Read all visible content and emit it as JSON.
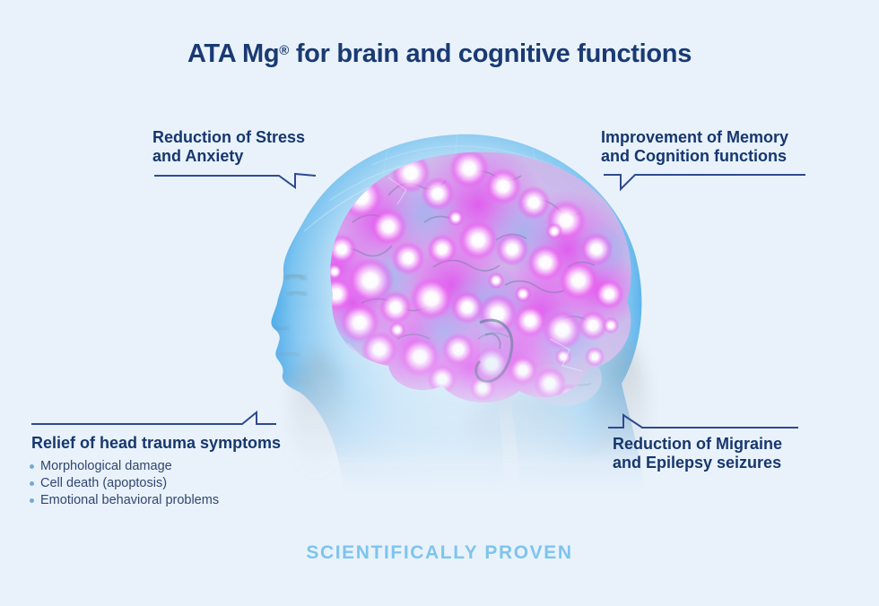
{
  "title": {
    "prefix": "ATA Mg",
    "registered": "®",
    "suffix": " for brain and cognitive functions"
  },
  "callouts": {
    "top_left": {
      "line1": "Reduction of Stress",
      "line2": "and Anxiety"
    },
    "top_right": {
      "line1": "Improvement of Memory",
      "line2": "and Cognition functions"
    },
    "bottom_left": {
      "heading": "Relief of head trauma symptoms",
      "bullets": [
        "Morphological damage",
        "Cell death (apoptosis)",
        "Emotional behavioral problems"
      ]
    },
    "bottom_right": {
      "line1": "Reduction of Migraine",
      "line2": "and Epilepsy seizures"
    }
  },
  "footer": {
    "label": "SCIENTIFICALLY PROVEN"
  },
  "illustration": {
    "description": "Translucent blue human head profile with glowing pink brain"
  },
  "colors": {
    "background": "#e9f2fb",
    "heading_navy": "#1a3a73",
    "callout_navy": "#16376e",
    "connector_blue": "#2e4a8f",
    "bullet_text": "#32466f",
    "bullet_dot": "#74a9d8",
    "footer_blue": "#7ec4ee",
    "head_rim_blue": "#2388cf",
    "brain_magenta": "#e463ef"
  }
}
